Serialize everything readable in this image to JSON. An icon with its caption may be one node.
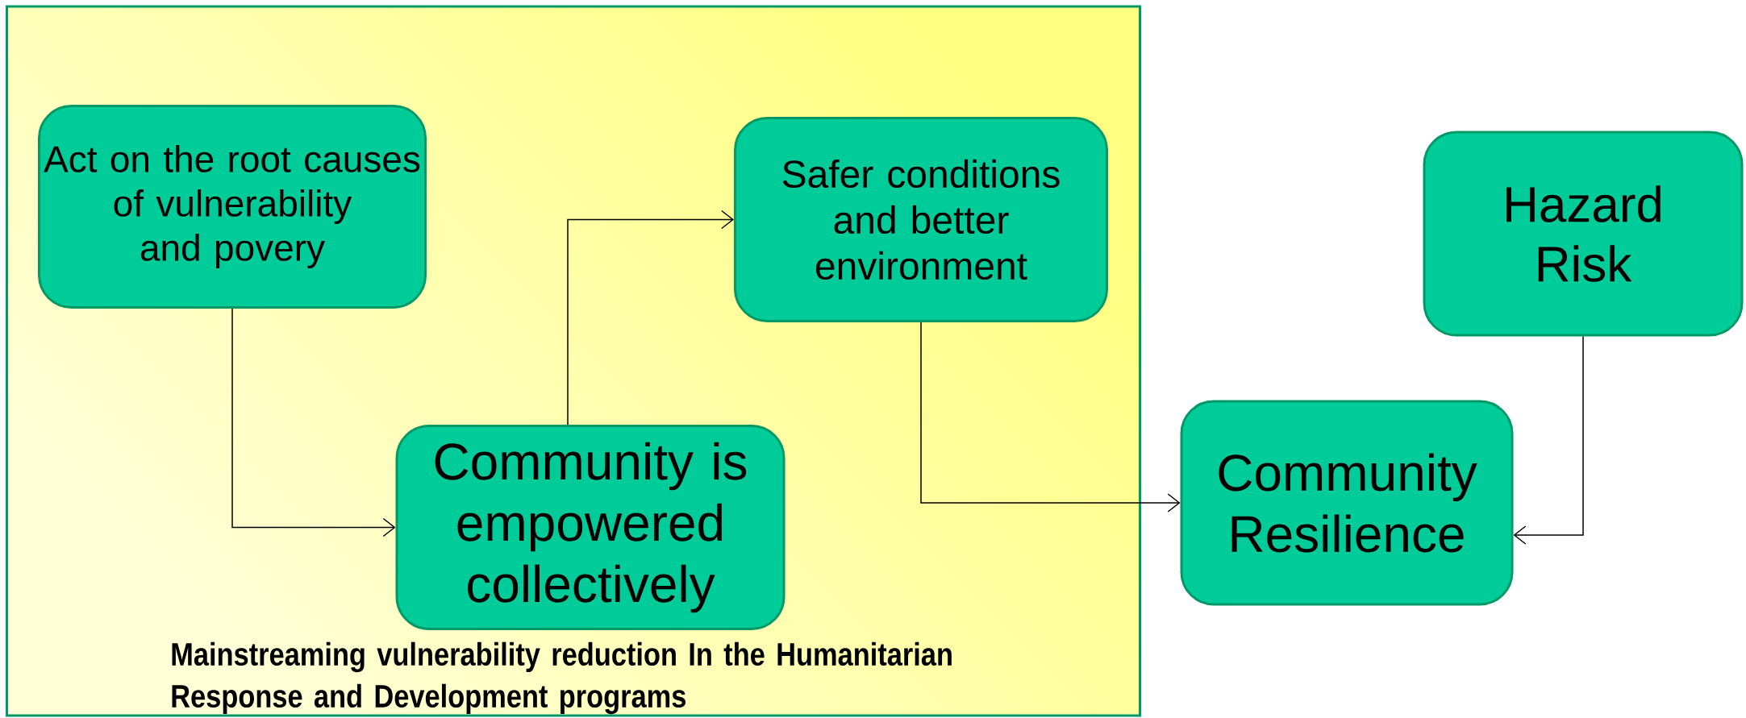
{
  "diagram": {
    "nodes": [
      {
        "text": [
          "Mainstreaming vulnerability reduction In the Humanitarian Response and Development programs"
        ]
      },
      {
        "text": [
          "Act on the root causes of vulnerability and povery"
        ],
        "in": 0
      },
      {
        "text": [
          "Safer conditions and better environment"
        ],
        "in": 0
      },
      {
        "text": [
          "Community is empowered collectively"
        ],
        "in": 0
      },
      {
        "text": [
          "Hazard Risk"
        ]
      },
      {
        "text": [
          "Community Resilience"
        ]
      }
    ],
    "edges": [
      {
        "from": 1,
        "to": 3,
        "arrow": "to"
      },
      {
        "from": 3,
        "to": 2,
        "arrow": "to"
      },
      {
        "from": 2,
        "to": 5,
        "arrow": "to"
      },
      {
        "from": 4,
        "to": 5,
        "arrow": "to"
      }
    ]
  }
}
